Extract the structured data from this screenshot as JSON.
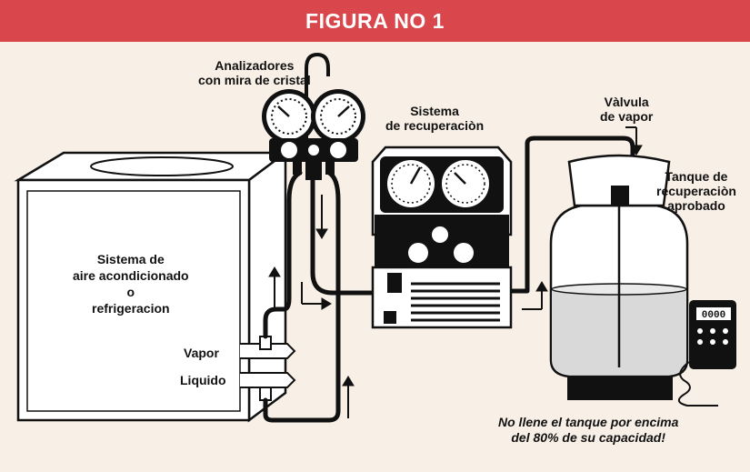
{
  "figure": {
    "title": "FIGURA NO 1",
    "header_color": "#d9474d",
    "background_color": "#f8efe6"
  },
  "labels": {
    "analyzers": [
      "Analizadores",
      "con mira de cristal"
    ],
    "recovery_system": [
      "Sistema",
      "de recuperaciòn"
    ],
    "vapor_valve": [
      "Vàlvula",
      "de vapor"
    ],
    "tank": [
      "Tanque de",
      "recuperaciòn",
      "aprobado"
    ],
    "ac_system": [
      "Sistema de",
      "aire acondicionado",
      "o",
      "refrigeracion"
    ],
    "vapor_port": "Vapor",
    "liquid_port": "Liquido",
    "warning": [
      "No llene el tanque por encima",
      "del 80% de su capacidad!"
    ]
  },
  "scale_display": {
    "readout": "0000"
  },
  "icons": {
    "flow_arrows": "arrow-icon",
    "scale": "digital-scale-icon"
  }
}
